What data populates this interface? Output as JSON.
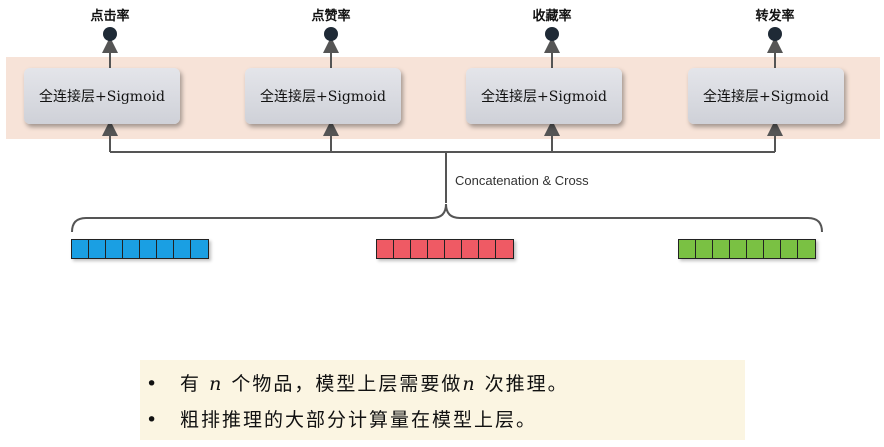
{
  "outputs": [
    {
      "label": "点击率",
      "layer": "全连接层+Sigmoid"
    },
    {
      "label": "点赞率",
      "layer": "全连接层+Sigmoid"
    },
    {
      "label": "收藏率",
      "layer": "全连接层+Sigmoid"
    },
    {
      "label": "转发率",
      "layer": "全连接层+Sigmoid"
    }
  ],
  "concat_label": "Concatenation & Cross",
  "embeddings": [
    {
      "color": "#1a9fe3",
      "cells": 8
    },
    {
      "color": "#ef5a64",
      "cells": 8
    },
    {
      "color": "#7ac143",
      "cells": 8
    }
  ],
  "notes": {
    "line1_pre": "有",
    "line1_var1": "n",
    "line1_mid": "个物品，模型上层需要做",
    "line1_var2": "n",
    "line1_post": "次推理。",
    "line2": "粗排推理的大部分计算量在模型上层。"
  }
}
